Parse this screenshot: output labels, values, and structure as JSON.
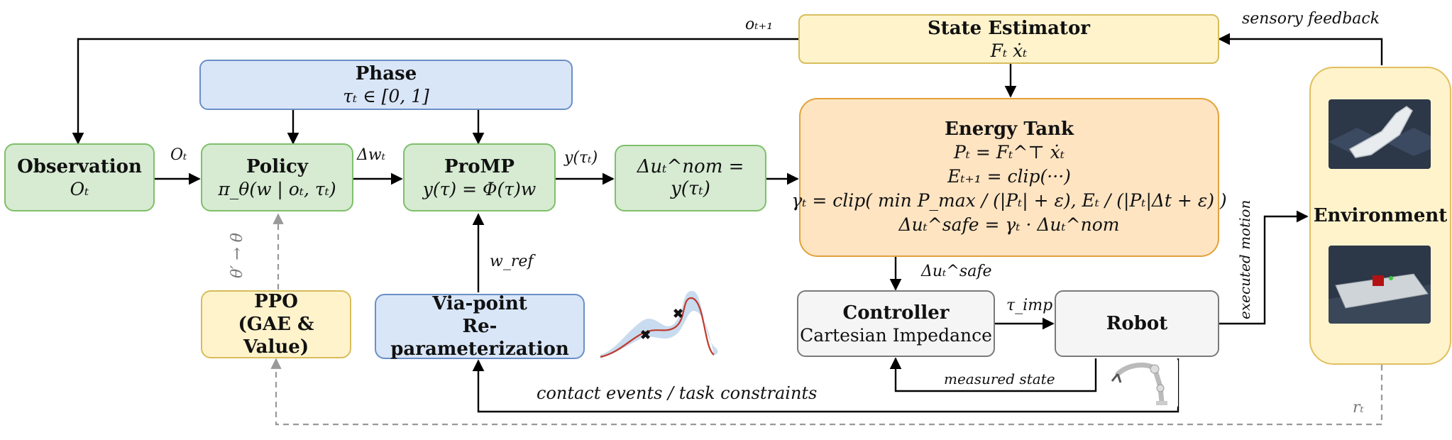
{
  "blocks": {
    "observation": {
      "title": "Observation",
      "math": "Oₜ"
    },
    "policy": {
      "title": "Policy",
      "math": "π_θ(w | oₜ, τₜ)"
    },
    "phase": {
      "title": "Phase",
      "math": "τₜ ∈ [0, 1]"
    },
    "promp": {
      "title": "ProMP",
      "math": "y(τ) = Φ(τ)w"
    },
    "du_nom": {
      "math": "Δuₜ^nom = y(τₜ)"
    },
    "state_estimator": {
      "title": "State Estimator",
      "math": "Fₜ ẋₜ"
    },
    "energy_tank": {
      "title": "Energy Tank",
      "eq1": "Pₜ = Fₜ^⊤ ẋₜ",
      "eq2": "Eₜ₊₁ = clip(···)",
      "eq3": "γₜ = clip( min P_max / (|Pₜ| + ε),  Eₜ / (|Pₜ|Δt + ε) )",
      "eq4": "Δuₜ^safe = γₜ · Δuₜ^nom"
    },
    "ppo": {
      "line1": "PPO",
      "line2": "(GAE & Value)"
    },
    "via_point": {
      "line1": "Via-point",
      "line2": "Re-parameterization"
    },
    "controller": {
      "title": "Controller",
      "subtitle": "Cartesian Impedance"
    },
    "robot": {
      "title": "Robot"
    },
    "environment": {
      "title": "Environment"
    }
  },
  "edge_labels": {
    "o_t1": "oₜ₊₁",
    "sensory_feedback": "sensory feedback",
    "O_t": "Oₜ",
    "delta_w": "Δwₜ",
    "y_tau": "y(τₜ)",
    "w_ref": "w_ref",
    "theta_update": "θ′ → θ",
    "du_safe": "Δuₜ^safe",
    "tau_imp": "τ_imp",
    "executed_motion": "executed motion",
    "measured_state": "measured state",
    "contact_events": "contact events / task constraints",
    "r_t": "rₜ"
  },
  "colors": {
    "green_fill": "#d6ebd2",
    "green_edge": "#7fbf6a",
    "blue_fill": "#d9e6f8",
    "blue_edge": "#6b8fc6",
    "yellow_fill": "#fff3cc",
    "yellow_edge": "#d7bd5c",
    "orange_fill": "#ffe4c2",
    "orange_edge": "#e1a23a",
    "gray_fill": "#f5f5f5",
    "gray_edge": "#7a7a7a",
    "trajectory": "#c0392b",
    "trajectory_band": "#bcd2ea"
  }
}
